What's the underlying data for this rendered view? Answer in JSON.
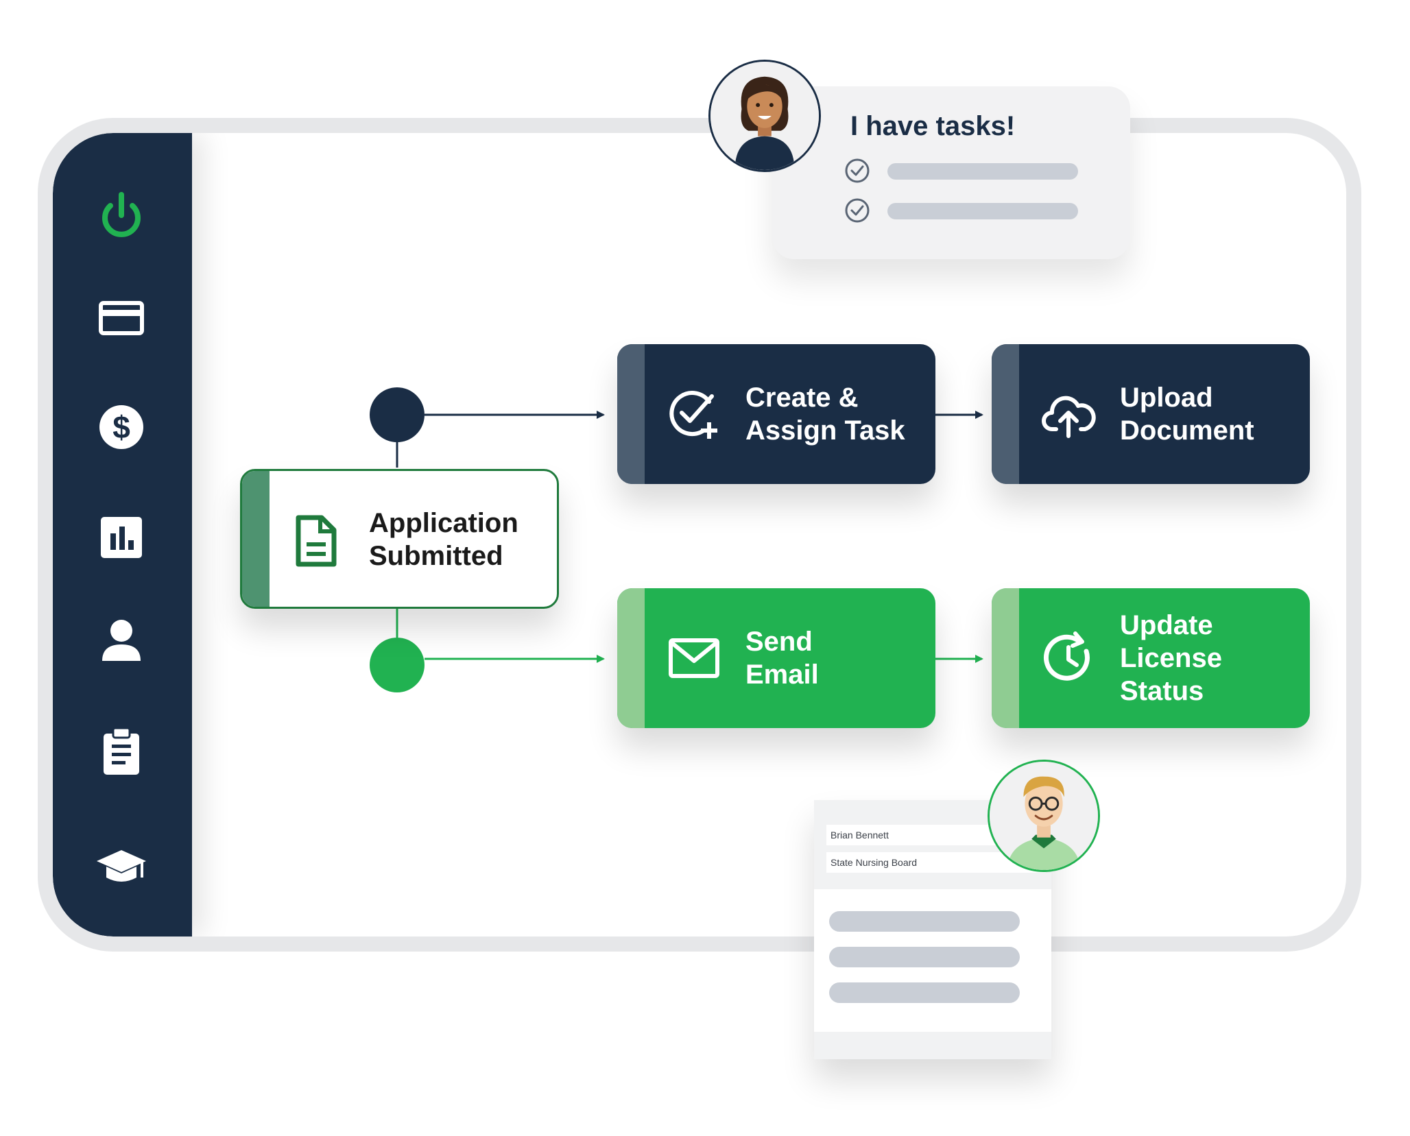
{
  "sidebar": {
    "items": [
      {
        "icon": "power-icon",
        "color": "#21b251"
      },
      {
        "icon": "credit-card-icon",
        "color": "#ffffff"
      },
      {
        "icon": "dollar-icon",
        "color": "#ffffff"
      },
      {
        "icon": "bar-chart-icon",
        "color": "#ffffff"
      },
      {
        "icon": "user-icon",
        "color": "#ffffff"
      },
      {
        "icon": "clipboard-icon",
        "color": "#ffffff"
      },
      {
        "icon": "graduation-cap-icon",
        "color": "#ffffff"
      }
    ]
  },
  "bubble": {
    "title": "I have tasks!",
    "tasks": [
      {
        "icon": "check-circle-icon"
      },
      {
        "icon": "check-circle-icon"
      }
    ]
  },
  "flow": {
    "start": {
      "line1": "Application",
      "line2": "Submitted",
      "icon": "document-icon"
    },
    "create_task": {
      "line1": "Create &",
      "line2": "Assign Task",
      "icon": "check-plus-icon"
    },
    "upload": {
      "line1": "Upload",
      "line2": "Document",
      "icon": "cloud-upload-icon"
    },
    "send_email": {
      "line1": "Send",
      "line2": "Email",
      "icon": "envelope-icon"
    },
    "update_status": {
      "line1": "Update",
      "line2": "License",
      "line3": "Status",
      "icon": "refresh-clock-icon"
    }
  },
  "card": {
    "name_field": "Brian Bennett",
    "board_field": "State Nursing Board"
  },
  "colors": {
    "navy": "#1a2d45",
    "green": "#21b251",
    "slate_strip": "#4c5e71",
    "light_green_strip": "#8fcc92",
    "frame": "#e6e7e9",
    "placeholder": "#c9ced6"
  }
}
